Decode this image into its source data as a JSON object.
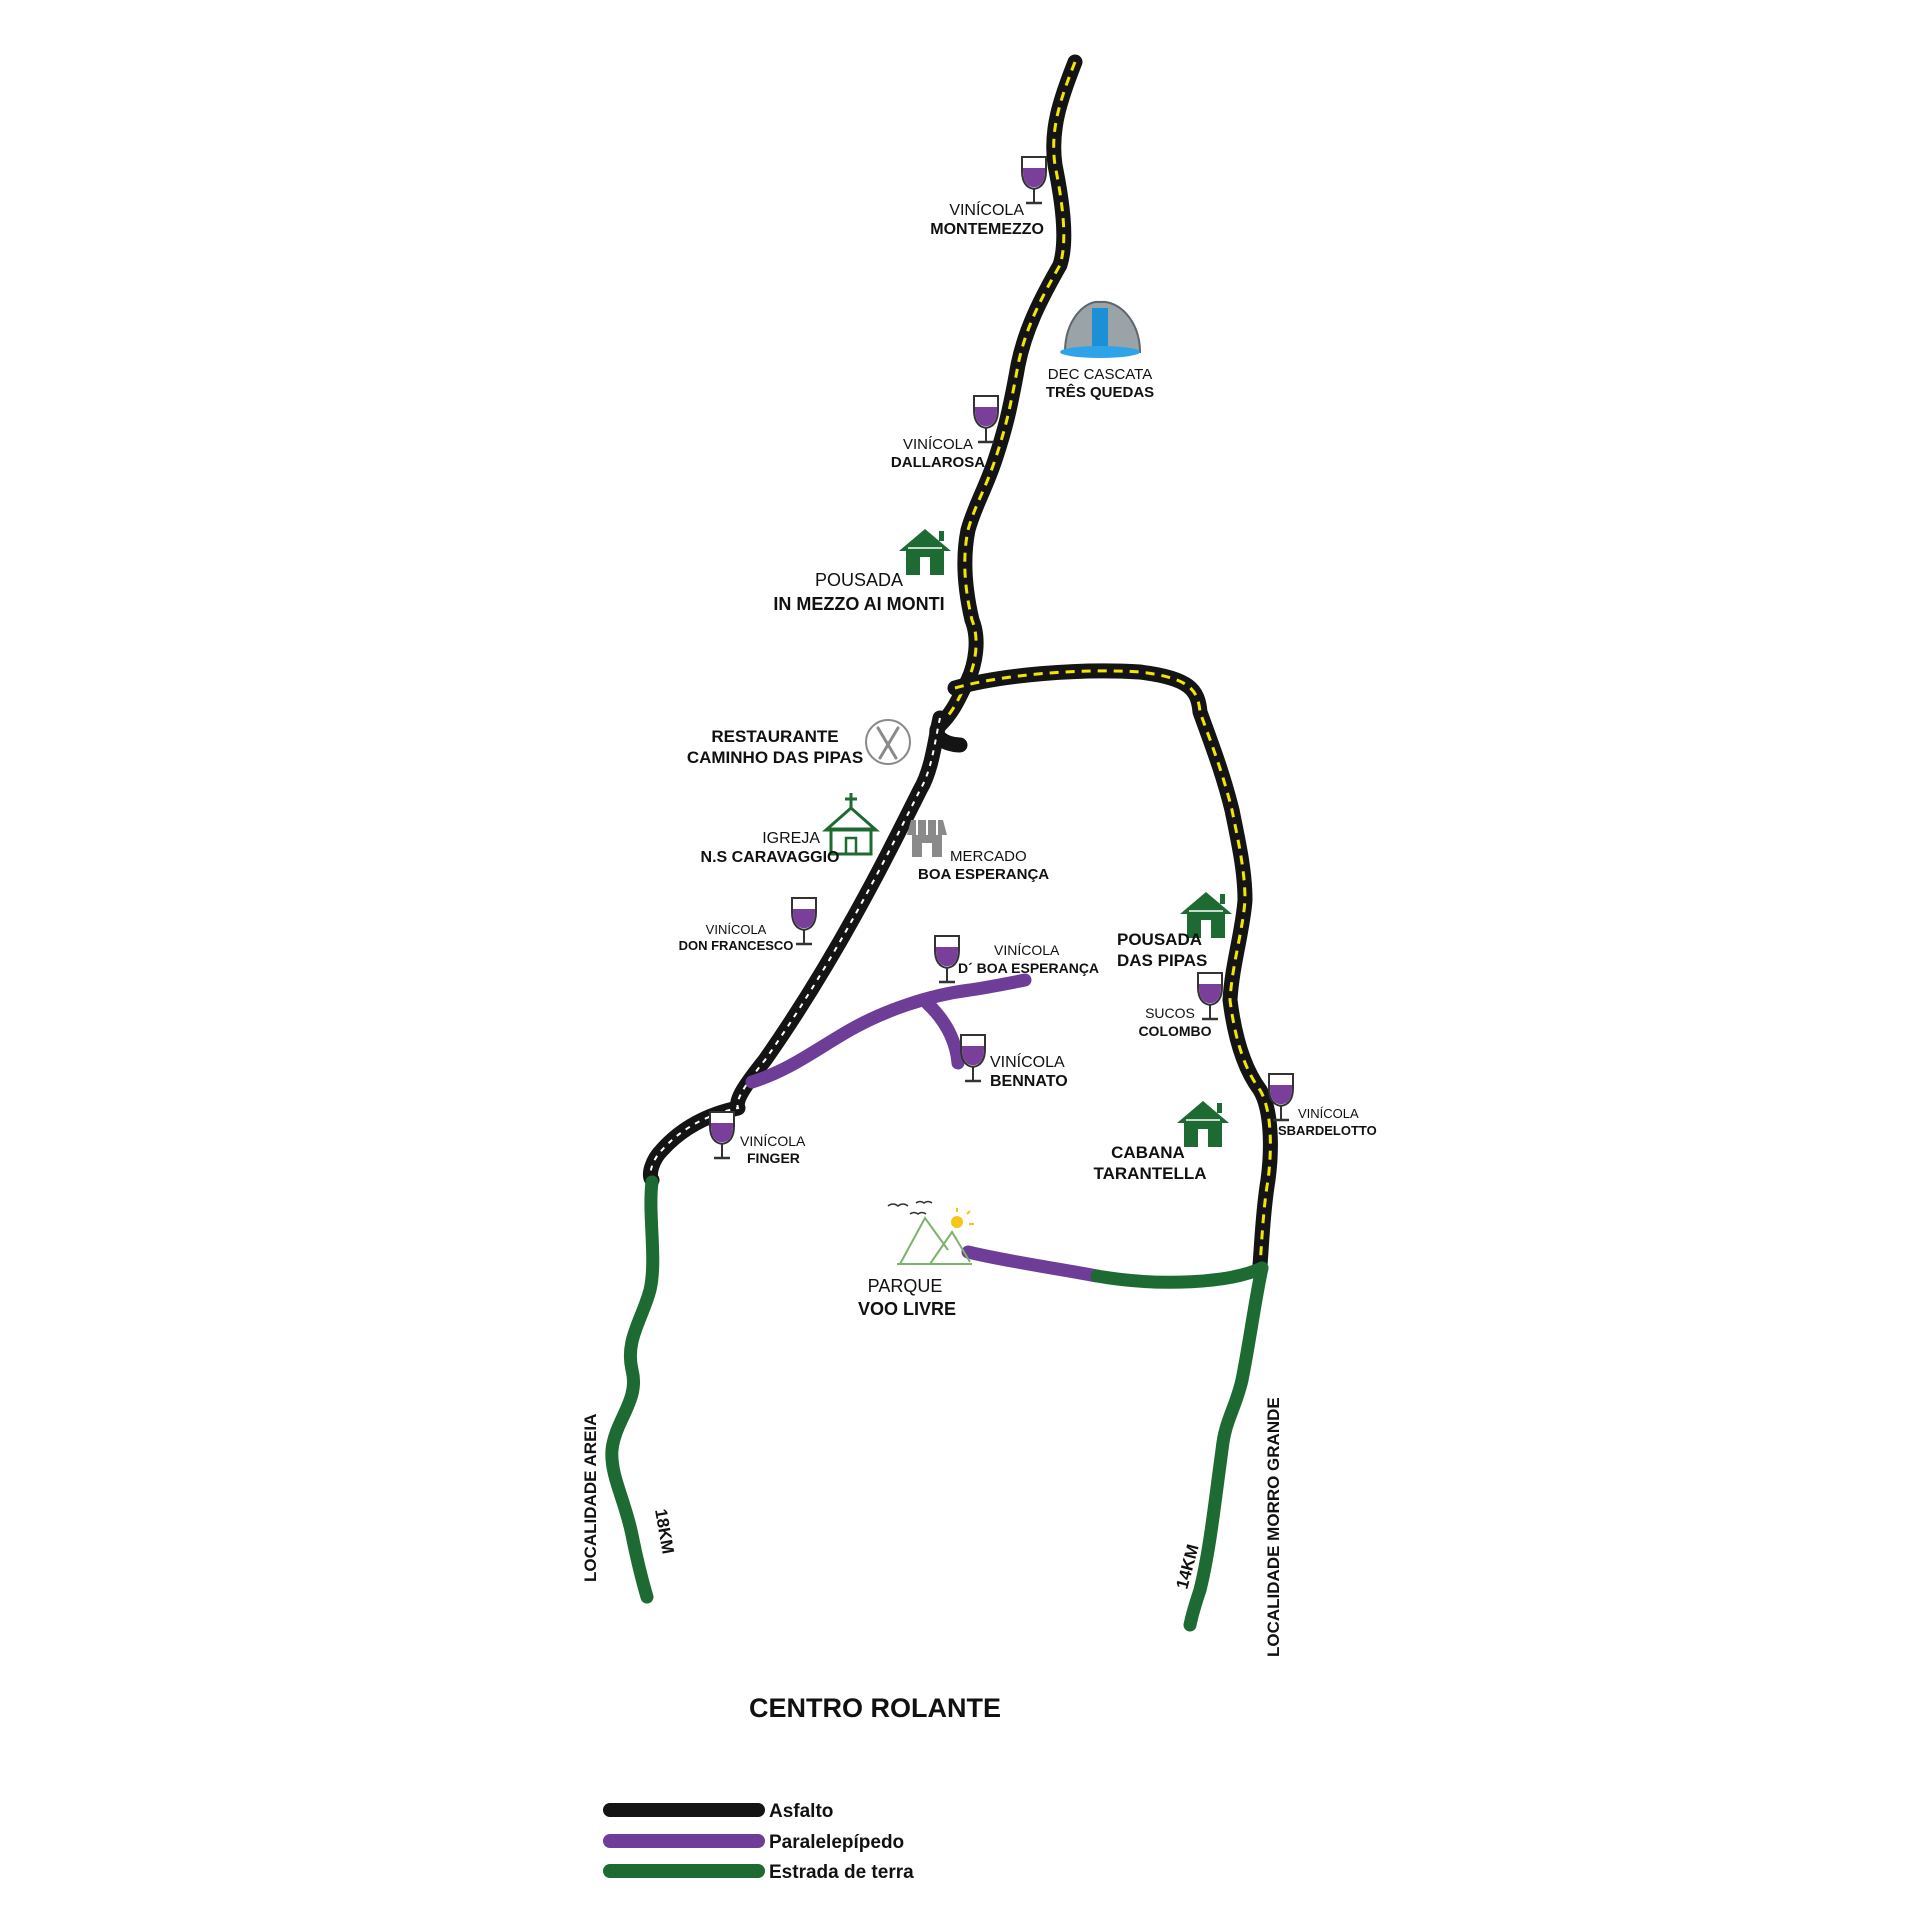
{
  "colors": {
    "asphalt": "#141414",
    "asphalt_center_line": "#f2e600",
    "paving": "#6e3d98",
    "dirt": "#1e6a33",
    "wine": "#7a3f9a",
    "lodging": "#1e6a33"
  },
  "places": {
    "montemezzo": {
      "line1": "VINÍCOLA",
      "line2": "MONTEMEZZO",
      "icon": "wine-glass-icon"
    },
    "cascata": {
      "line1": "DEC CASCATA",
      "line2": "TRÊS QUEDAS",
      "icon": "waterfall-icon"
    },
    "dallarosa": {
      "line1": "VINÍCOLA",
      "line2": "DALLAROSA",
      "icon": "wine-glass-icon"
    },
    "pousada_monti": {
      "line1": "POUSADA",
      "line2": "IN MEZZO AI MONTI",
      "icon": "house-icon"
    },
    "restaurante": {
      "line1": "RESTAURANTE",
      "line2": "CAMINHO DAS PIPAS",
      "icon": "fork-knife-icon"
    },
    "igreja": {
      "line1": "IGREJA",
      "line2": "N.S CARAVAGGIO",
      "icon": "church-icon"
    },
    "mercado": {
      "line1": "MERCADO",
      "line2": "BOA ESPERANÇA",
      "icon": "store-icon"
    },
    "don_francesco": {
      "line1": "VINÍCOLA",
      "line2": "DON FRANCESCO",
      "icon": "wine-glass-icon"
    },
    "d_boa_esperanca": {
      "line1": "VINÍCOLA",
      "line2": "D´ BOA ESPERANÇA",
      "icon": "wine-glass-icon"
    },
    "pousada_pipas": {
      "line1": "POUSADA",
      "line2": "DAS PIPAS",
      "icon": "house-icon"
    },
    "sucos_colombo": {
      "line1": "SUCOS",
      "line2": "COLOMBO",
      "icon": "wine-glass-icon"
    },
    "bennato": {
      "line1": "VINÍCOLA",
      "line2": "BENNATO",
      "icon": "wine-glass-icon"
    },
    "sbardelotto": {
      "line1": "VINÍCOLA",
      "line2": "SBARDELOTTO",
      "icon": "wine-glass-icon"
    },
    "finger": {
      "line1": "VINÍCOLA",
      "line2": "FINGER",
      "icon": "wine-glass-icon"
    },
    "cabana": {
      "line1": "CABANA",
      "line2": "TARANTELLA",
      "icon": "house-icon"
    },
    "parque": {
      "line1": "PARQUE",
      "line2": "VOO LIVRE",
      "icon": "mountains-icon"
    }
  },
  "roads_labels": {
    "areia": "LOCALIDADE AREIA",
    "areia_distance": "18KM",
    "morro_grande": "LOCALIDADE MORRO GRANDE",
    "morro_grande_distance": "14KM",
    "centro": "CENTRO ROLANTE"
  },
  "legend": [
    {
      "label": "Asfalto",
      "color": "#141414"
    },
    {
      "label": "Paralelepípedo",
      "color": "#6e3d98"
    },
    {
      "label": "Estrada de terra",
      "color": "#1e6a33"
    }
  ]
}
